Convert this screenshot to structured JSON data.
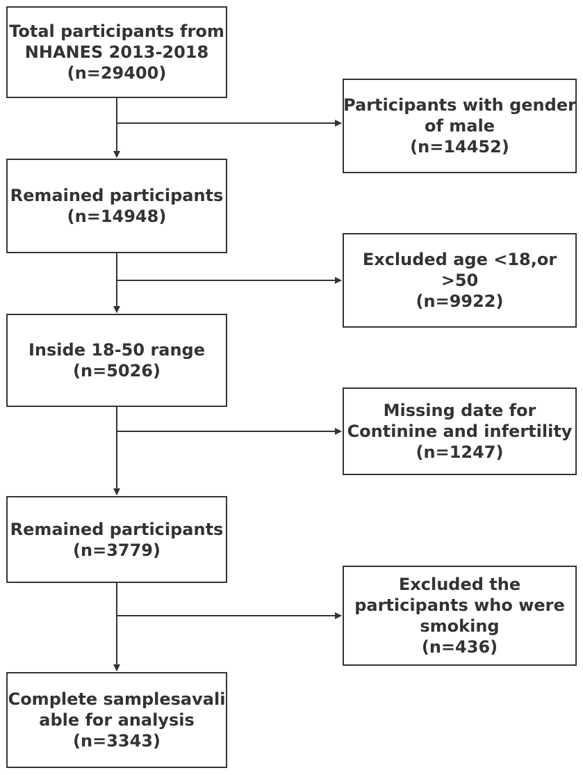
{
  "flowchart": {
    "main_steps": [
      {
        "lines": [
          "Total participants from",
          "NHANES 2013-2018",
          "(n=29400)"
        ]
      },
      {
        "lines": [
          "Remained participants",
          "(n=14948)"
        ]
      },
      {
        "lines": [
          "Inside 18-50 range",
          "(n=5026)"
        ]
      },
      {
        "lines": [
          "Remained participants",
          "(n=3779)"
        ]
      },
      {
        "lines": [
          "Complete samplesavali",
          "able for analysis",
          "(n=3343)"
        ]
      }
    ],
    "exclusions": [
      {
        "lines": [
          "Participants with gender",
          "of male",
          "(n=14452)"
        ]
      },
      {
        "lines": [
          "Excluded age <18,or",
          ">50",
          "(n=9922)"
        ]
      },
      {
        "lines": [
          "Missing date for",
          "Continine and infertility",
          "(n=1247)"
        ]
      },
      {
        "lines": [
          "Excluded the",
          "participants who were",
          "smoking",
          "(n=436)"
        ]
      }
    ],
    "colors": {
      "line": "#333333",
      "text": "#333333",
      "background": "#ffffff"
    }
  }
}
